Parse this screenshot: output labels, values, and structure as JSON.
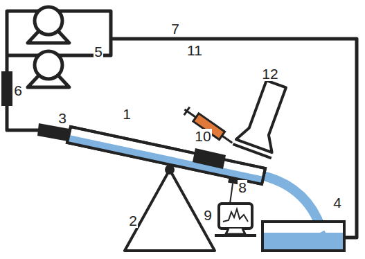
{
  "diagram": {
    "labels": [
      "7",
      "5",
      "11",
      "12",
      "6",
      "3",
      "1",
      "10",
      "8",
      "2",
      "9",
      "4"
    ]
  }
}
